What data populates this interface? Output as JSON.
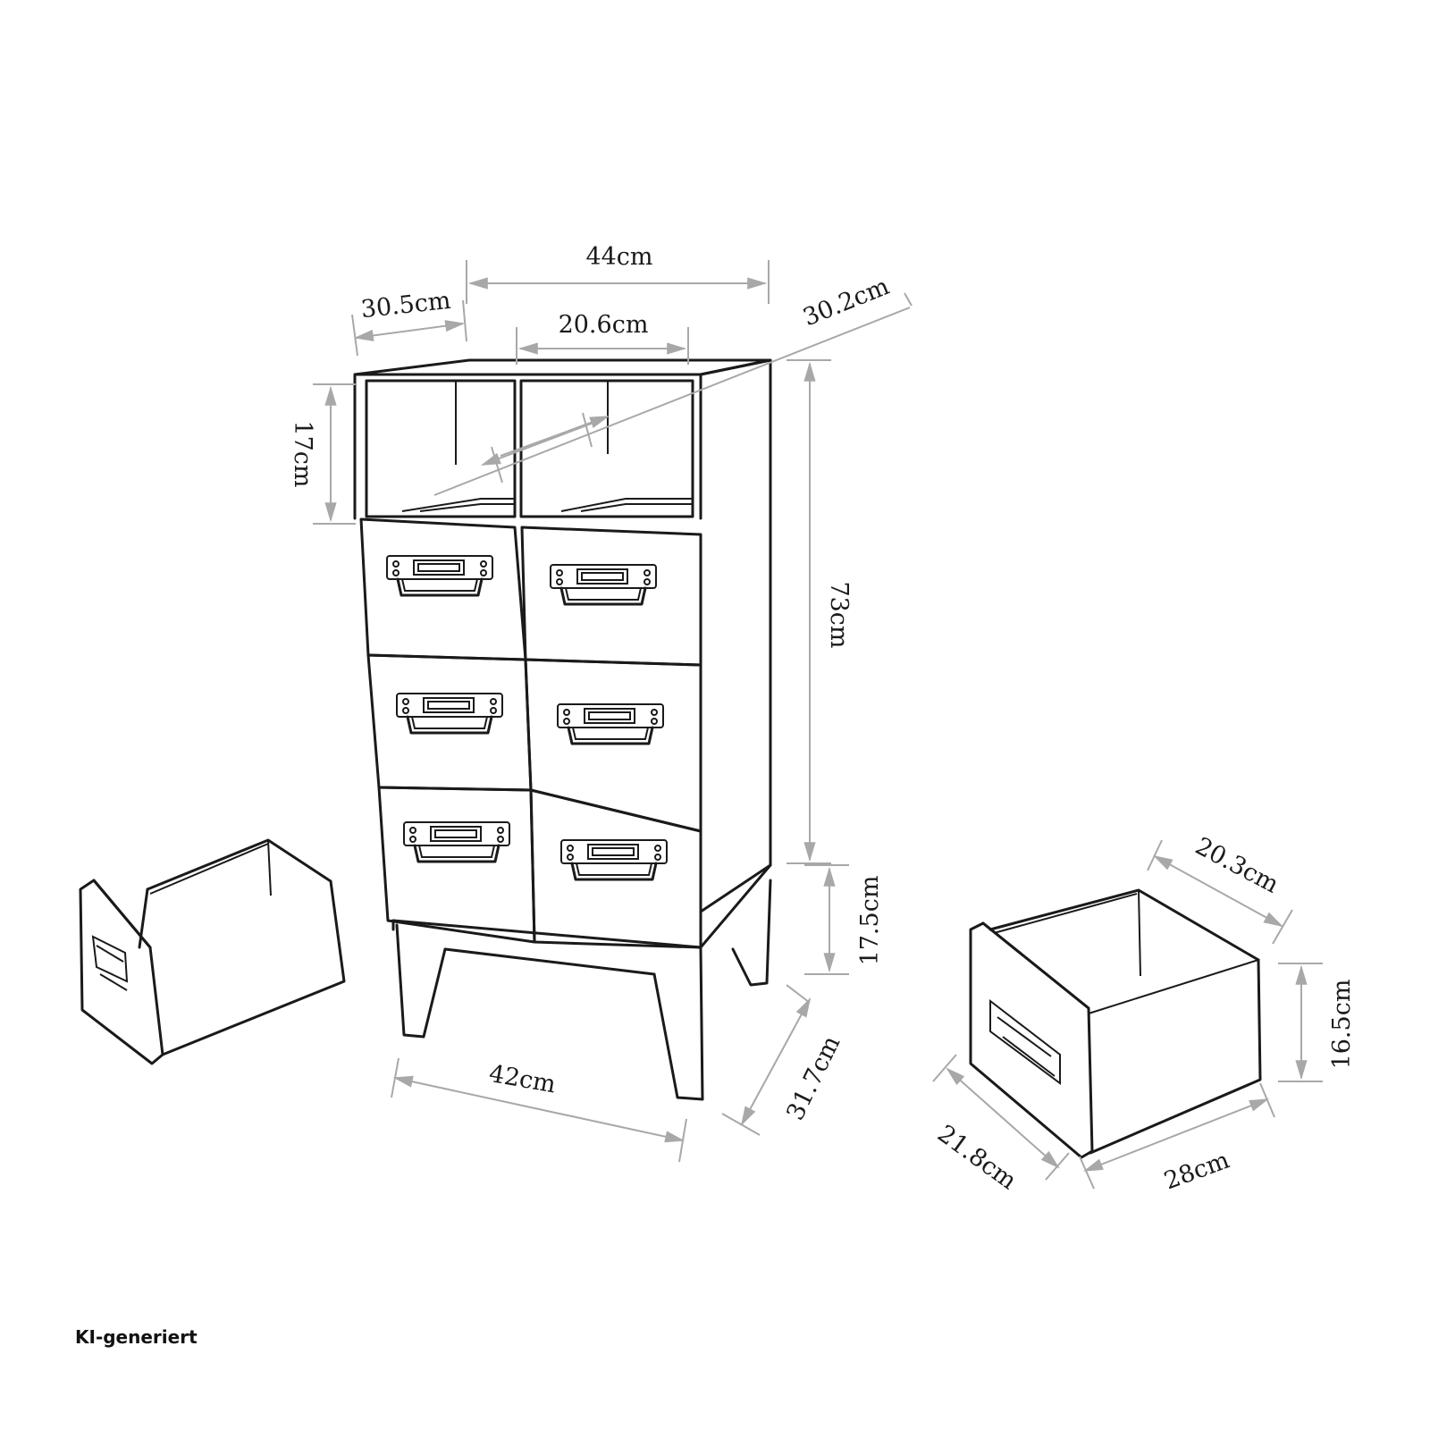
{
  "diagram": {
    "watermark": "KI-generiert",
    "dimensions": {
      "top_width": "44cm",
      "depth_left": "30.5cm",
      "inner_compartment_width": "20.6cm",
      "depth_right": "30.2cm",
      "compartment_height": "17cm",
      "total_height": "73cm",
      "leg_height": "17.5cm",
      "base_width": "42cm",
      "base_depth": "31.7cm",
      "drawer_inner_width": "20.3cm",
      "drawer_height": "16.5cm",
      "drawer_depth": "21.8cm",
      "drawer_length": "28cm"
    }
  }
}
